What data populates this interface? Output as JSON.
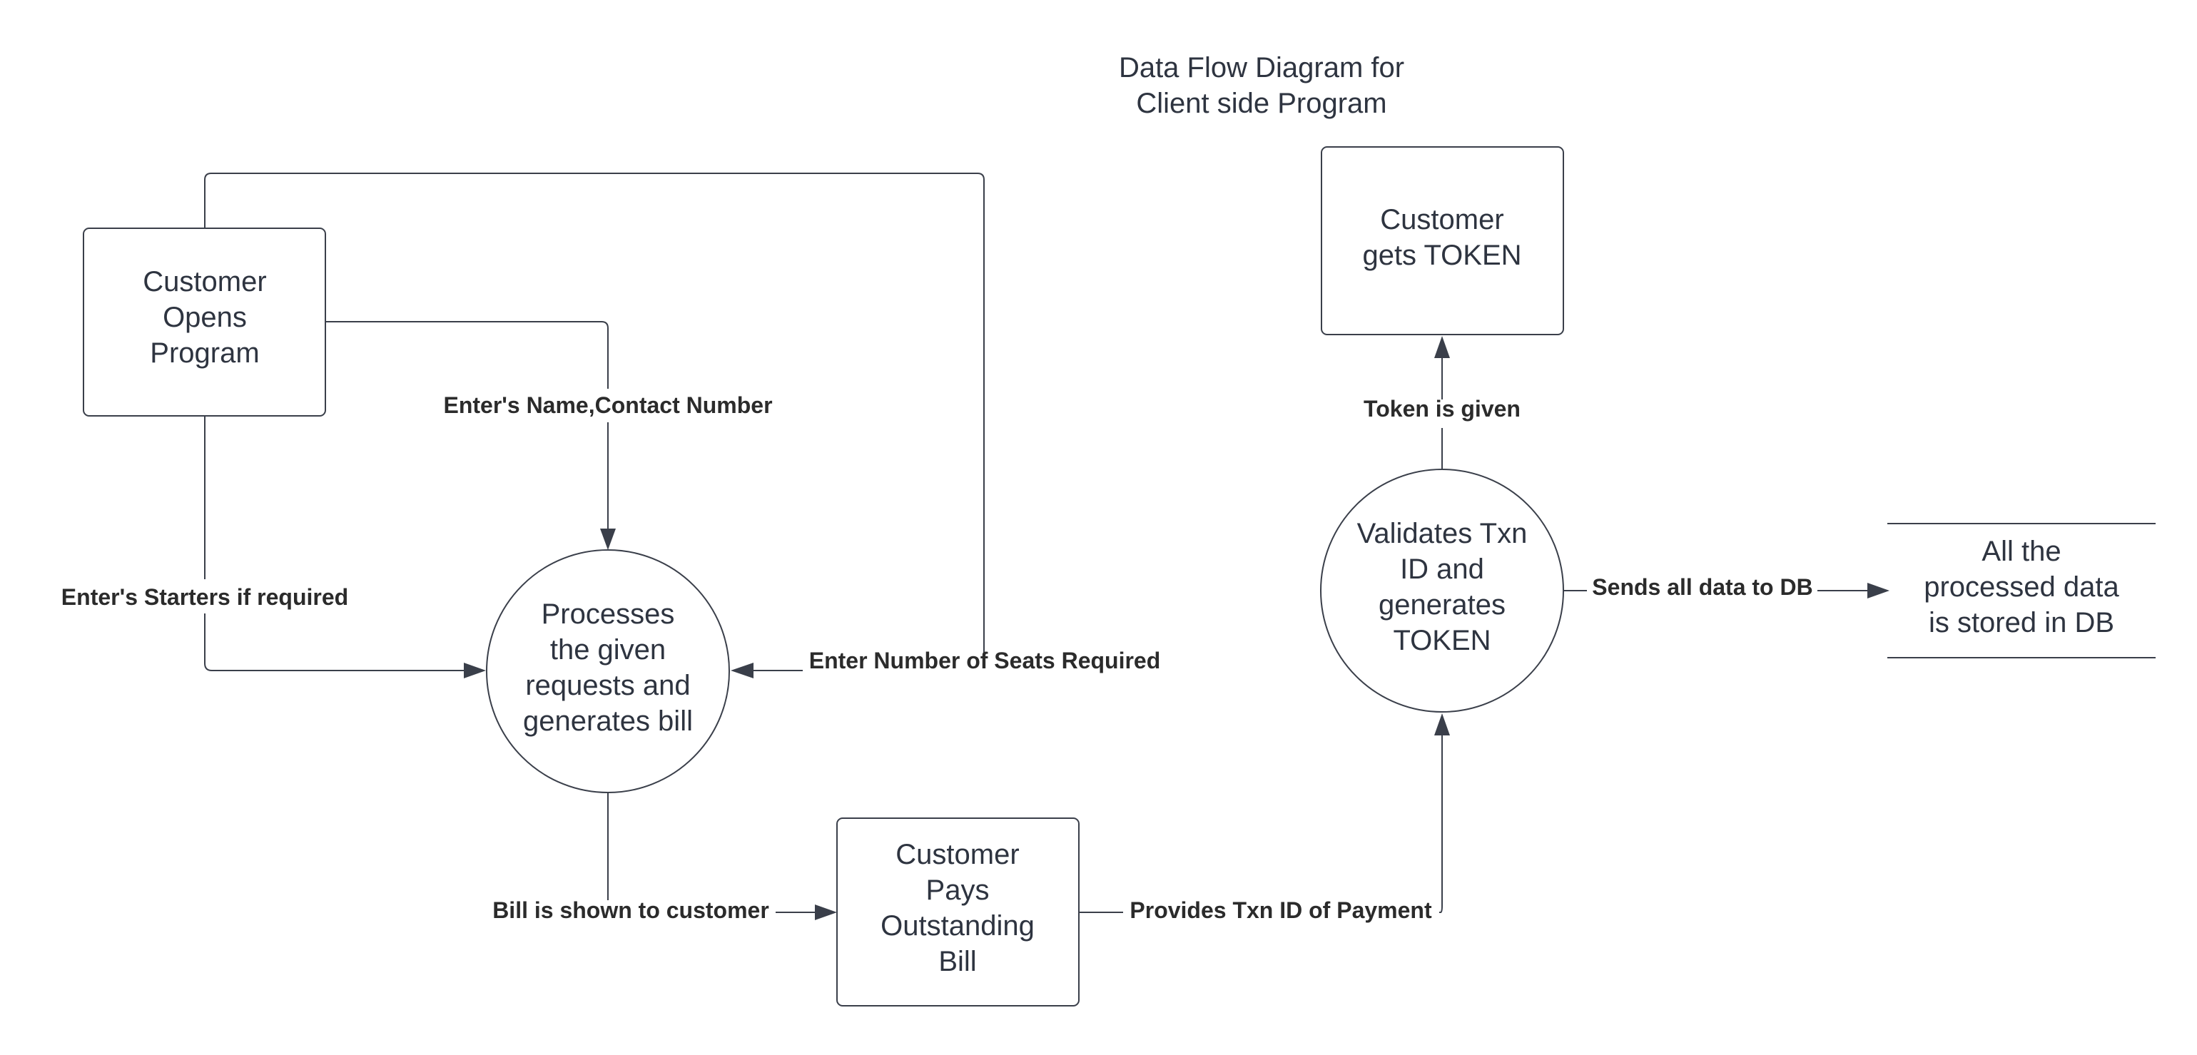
{
  "title": {
    "lines": [
      "Data Flow Diagram for",
      "Client side Program"
    ]
  },
  "nodes": {
    "open_program": {
      "lines": [
        "Customer",
        "Opens",
        "Program"
      ]
    },
    "process_requests": {
      "lines": [
        "Processes",
        "the given",
        "requests and",
        "generates bill"
      ]
    },
    "pays_bill": {
      "lines": [
        "Customer",
        "Pays",
        "Outstanding",
        "Bill"
      ]
    },
    "validates_txn": {
      "lines": [
        "Validates Txn",
        "ID and",
        "generates",
        "TOKEN"
      ]
    },
    "gets_token": {
      "lines": [
        "Customer",
        "gets TOKEN"
      ]
    },
    "data_store": {
      "lines": [
        "All the",
        "processed data",
        "is stored in DB"
      ]
    }
  },
  "edges": {
    "name_contact": "Enter's Name,Contact Number",
    "starters": "Enter's Starters if required",
    "seats": "Enter Number of Seats Required",
    "bill_shown": "Bill is shown to customer",
    "txn_id": "Provides Txn ID of Payment",
    "token_given": "Token is given",
    "send_db": "Sends all data to DB"
  },
  "colors": {
    "stroke": "#3a3f4a",
    "text": "#2e3440",
    "label": "#2b2b2b",
    "background": "#ffffff"
  }
}
